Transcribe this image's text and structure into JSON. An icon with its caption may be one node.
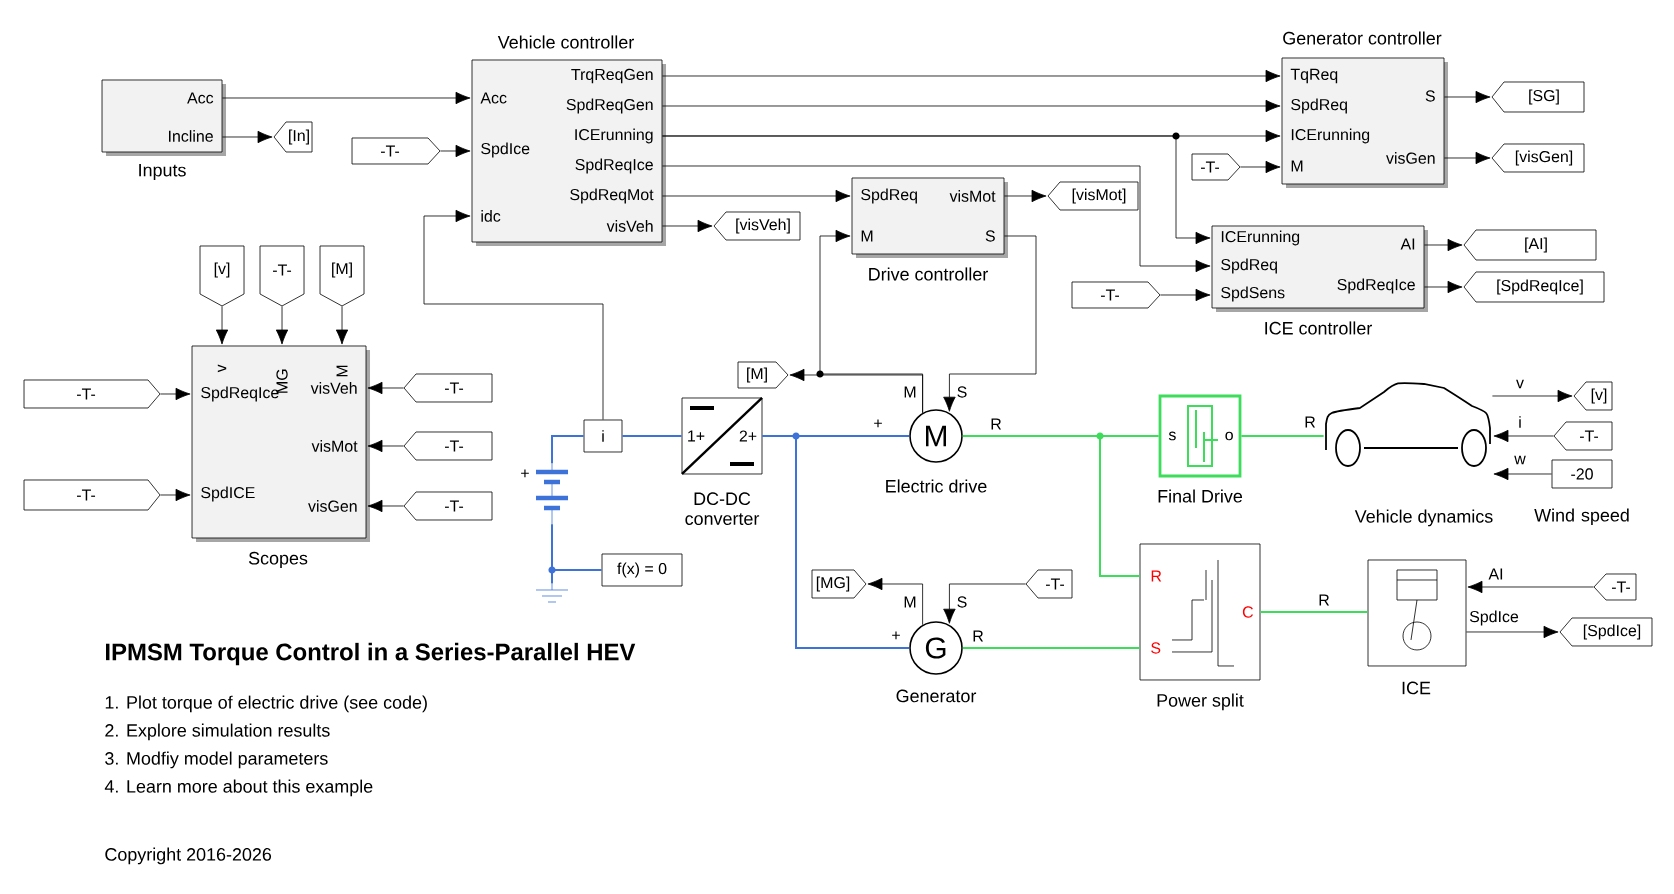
{
  "diagram": {
    "title": "IPMSM Torque Control in a Series-Parallel HEV",
    "nodes": [
      {
        "text": [
          "Acc",
          "Incline",
          "Inputs"
        ]
      },
      {
        "text": [
          "[In]"
        ]
      },
      {
        "text": [
          "Vehicle controller",
          "Acc",
          "SpdIce",
          "idc",
          "TrqReqGen",
          "SpdReqGen",
          "ICErunning",
          "SpdReqIce",
          "SpdReqMot",
          "visVeh"
        ]
      },
      {
        "text": [
          "-T-"
        ]
      },
      {
        "text": [
          "[visVeh]"
        ]
      },
      {
        "text": [
          "Generator controller",
          "TqReq",
          "SpdReq",
          "ICErunning",
          "M",
          "S",
          "visGen"
        ]
      },
      {
        "text": [
          "-T-"
        ]
      },
      {
        "text": [
          "[SG]"
        ]
      },
      {
        "text": [
          "[visGen]"
        ]
      },
      {
        "text": [
          "SpdReq",
          "visMot",
          "M",
          "S",
          "Drive controller"
        ]
      },
      {
        "text": [
          "[visMot]"
        ]
      },
      {
        "text": [
          "ICErunning",
          "AI",
          "SpdReq",
          "SpdReqIce",
          "SpdSens",
          "ICE controller"
        ]
      },
      {
        "text": [
          "-T-"
        ]
      },
      {
        "text": [
          "[AI]"
        ]
      },
      {
        "text": [
          "[SpdReqIce]"
        ]
      },
      {
        "text": [
          "v",
          "MG",
          "M",
          "visVeh",
          "SpdReqIce",
          "visMot",
          "SpdICE",
          "visGen",
          "Scopes"
        ]
      },
      {
        "text": [
          "[v]"
        ]
      },
      {
        "text": [
          "-T-"
        ]
      },
      {
        "text": [
          "[M]"
        ]
      },
      {
        "text": [
          "-T-"
        ]
      },
      {
        "text": [
          "-T-"
        ]
      },
      {
        "text": [
          "-T-"
        ]
      },
      {
        "text": [
          "-T-"
        ]
      },
      {
        "text": [
          "-T-"
        ]
      },
      {
        "text": [
          "i"
        ]
      },
      {
        "text": [],
        "shape": "picture",
        "beside": [
          "+"
        ]
      },
      {
        "text": [
          "f(x) = 0"
        ]
      },
      {
        "text": [],
        "shape": "picture"
      },
      {
        "text": [
          "1+",
          "2+",
          "DC-DC converter"
        ]
      },
      {
        "text": [
          "[M]"
        ]
      },
      {
        "text": [
          "M",
          "Electric drive"
        ],
        "beside": [
          "M",
          "S",
          "+",
          "R"
        ]
      },
      {
        "text": [
          "G",
          "Generator"
        ],
        "beside": [
          "M",
          "S",
          "+",
          "R"
        ]
      },
      {
        "text": [
          "[MG]"
        ]
      },
      {
        "text": [
          "-T-"
        ]
      },
      {
        "text": [
          "s",
          "o",
          "Final Drive"
        ]
      },
      {
        "text": [
          "Vehicle dynamics"
        ],
        "beside": [
          "R",
          "v",
          "i",
          "w"
        ]
      },
      {
        "text": [
          "[v]"
        ]
      },
      {
        "text": [
          "-T-"
        ]
      },
      {
        "text": [
          "-20",
          "Wind speed"
        ]
      },
      {
        "text": [
          "R",
          "S",
          "C",
          "Power split"
        ]
      },
      {
        "text": [
          "ICE"
        ],
        "beside": [
          "R",
          "AI",
          "SpdIce"
        ]
      },
      {
        "text": [
          "-T-"
        ]
      },
      {
        "text": [
          "[SpdIce]"
        ]
      }
    ],
    "edges": [
      {
        "from": 0,
        "to": 2,
        "arrow": "to"
      },
      {
        "from": 0,
        "to": 1,
        "arrow": "to"
      },
      {
        "from": 3,
        "to": 2,
        "arrow": "to"
      },
      {
        "from": 2,
        "to": 4,
        "arrow": "to"
      },
      {
        "from": 2,
        "to": 5,
        "arrow": "to"
      },
      {
        "from": 2,
        "to": 5,
        "arrow": "to"
      },
      {
        "from": 2,
        "to": 5,
        "arrow": "to"
      },
      {
        "from": 2,
        "to": 11,
        "arrow": "to"
      },
      {
        "from": 2,
        "to": 11,
        "arrow": "to"
      },
      {
        "from": 2,
        "to": 9,
        "arrow": "to"
      },
      {
        "from": 6,
        "to": 5,
        "arrow": "to"
      },
      {
        "from": 5,
        "to": 7,
        "arrow": "to"
      },
      {
        "from": 5,
        "to": 8,
        "arrow": "to"
      },
      {
        "from": 9,
        "to": 10,
        "arrow": "to"
      },
      {
        "from": 12,
        "to": 11,
        "arrow": "to"
      },
      {
        "from": 11,
        "to": 13,
        "arrow": "to"
      },
      {
        "from": 11,
        "to": 14,
        "arrow": "to"
      },
      {
        "from": 16,
        "to": 15,
        "arrow": "to"
      },
      {
        "from": 17,
        "to": 15,
        "arrow": "to"
      },
      {
        "from": 18,
        "to": 15,
        "arrow": "to"
      },
      {
        "from": 19,
        "to": 15,
        "arrow": "to"
      },
      {
        "from": 20,
        "to": 15,
        "arrow": "to"
      },
      {
        "from": 21,
        "to": 15,
        "arrow": "to"
      },
      {
        "from": 22,
        "to": 15,
        "arrow": "to"
      },
      {
        "from": 23,
        "to": 15,
        "arrow": "to"
      },
      {
        "from": 24,
        "to": 2,
        "arrow": "to"
      },
      {
        "from": 30,
        "to": 29,
        "arrow": "to"
      },
      {
        "from": 30,
        "to": 9,
        "arrow": "to"
      },
      {
        "from": 9,
        "to": 30,
        "arrow": "to"
      },
      {
        "from": 31,
        "to": 32,
        "arrow": "to"
      },
      {
        "from": 33,
        "to": 31,
        "arrow": "to"
      },
      {
        "from": 35,
        "to": 36,
        "arrow": "to"
      },
      {
        "from": 37,
        "to": 35,
        "arrow": "to"
      },
      {
        "from": 38,
        "to": 35,
        "arrow": "to"
      },
      {
        "from": 41,
        "to": 40,
        "arrow": "to"
      },
      {
        "from": 40,
        "to": 42,
        "arrow": "to"
      },
      {
        "from": 24,
        "to": 28,
        "arrow": "none",
        "color": "#3d73d9"
      },
      {
        "from": 25,
        "to": 24,
        "arrow": "none",
        "color": "#3d73d9"
      },
      {
        "from": 25,
        "to": 26,
        "arrow": "none",
        "color": "#3d73d9"
      },
      {
        "from": 25,
        "to": 27,
        "arrow": "none",
        "color": "#3d73d9"
      },
      {
        "from": 28,
        "to": 30,
        "arrow": "none",
        "color": "#3d73d9"
      },
      {
        "from": 28,
        "to": 31,
        "arrow": "none",
        "color": "#3d73d9"
      },
      {
        "from": 30,
        "to": 34,
        "arrow": "none",
        "color": "#3ddc5a"
      },
      {
        "from": 30,
        "to": 39,
        "arrow": "none",
        "color": "#3ddc5a"
      },
      {
        "from": 34,
        "to": 35,
        "arrow": "none",
        "color": "#3ddc5a"
      },
      {
        "from": 31,
        "to": 39,
        "arrow": "none",
        "color": "#3ddc5a"
      },
      {
        "from": 39,
        "to": 40,
        "arrow": "none",
        "color": "#3ddc5a"
      }
    ],
    "labels": [
      "1. Plot torque of electric drive (see code)",
      "2. Explore simulation results",
      "3. Modfiy model parameters",
      "4. Learn more about this example",
      "Copyright 2016-2026"
    ]
  }
}
